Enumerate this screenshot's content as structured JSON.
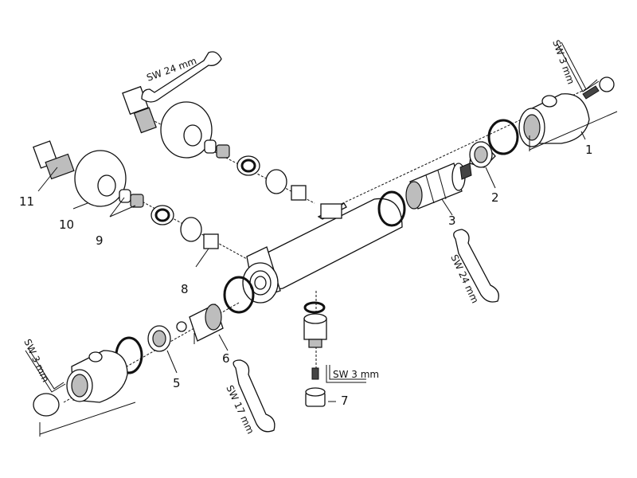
{
  "callouts": [
    "1",
    "2",
    "3",
    "5",
    "6",
    "7",
    "8",
    "9",
    "10",
    "11"
  ],
  "wrench_labels": {
    "top_left": "SW 24 mm",
    "top_right_key": "SW 3 mm",
    "right": "SW 24 mm",
    "bottom_left_key": "SW 3 mm",
    "bottom_center_key": "SW 3 mm",
    "bottom": "SW 17 mm"
  }
}
